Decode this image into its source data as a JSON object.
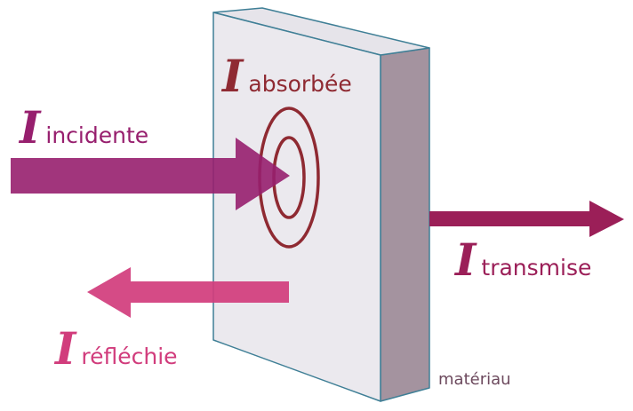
{
  "colors": {
    "incident": "#971f6e",
    "reflected": "#d13c7c",
    "transmitted": "#9b1f58",
    "absorbed": "#8f2a32",
    "slab_front": "#e6e4ea",
    "slab_side": "#a4939f",
    "slab_edge": "#3f7f96",
    "material_label": "#6d4a5e"
  },
  "labels": {
    "intensity_symbol": "I",
    "incident": "incidente",
    "absorbed": "absorbée",
    "transmitted": "transmise",
    "reflected": "réfléchie",
    "material": "matériau"
  },
  "icons": {
    "absorption": "concentric-rings"
  }
}
